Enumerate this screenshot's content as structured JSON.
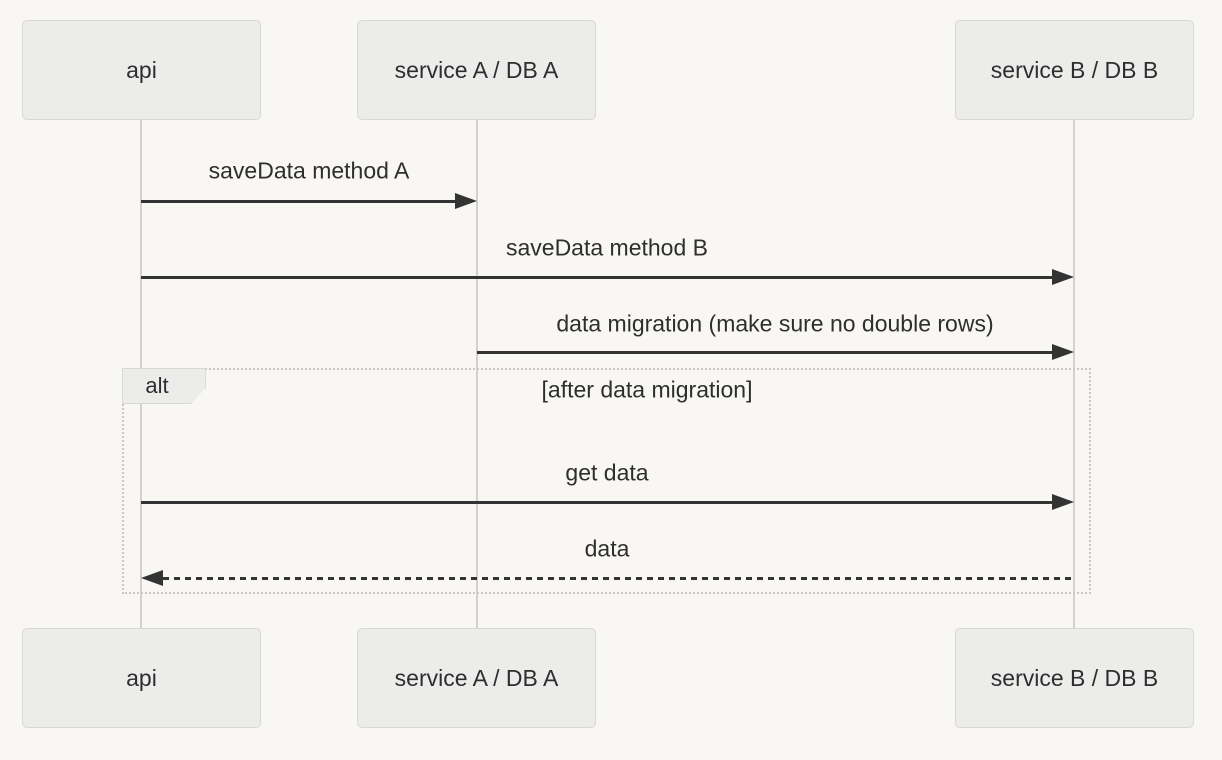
{
  "diagram": {
    "type": "sequence-diagram",
    "actors": [
      {
        "id": "api",
        "label": "api"
      },
      {
        "id": "serviceA",
        "label": "service A / DB A"
      },
      {
        "id": "serviceB",
        "label": "service B / DB B"
      }
    ],
    "messages": [
      {
        "from": "api",
        "to": "serviceA",
        "label": "saveData method A",
        "line": "solid",
        "direction": "right"
      },
      {
        "from": "api",
        "to": "serviceB",
        "label": "saveData method B",
        "line": "solid",
        "direction": "right"
      },
      {
        "from": "serviceA",
        "to": "serviceB",
        "label": "data migration (make sure no double rows)",
        "line": "solid",
        "direction": "right"
      },
      {
        "from": "api",
        "to": "serviceB",
        "label": "get data",
        "line": "solid",
        "direction": "right",
        "in_fragment": true
      },
      {
        "from": "serviceB",
        "to": "api",
        "label": "data",
        "line": "dashed",
        "direction": "left",
        "in_fragment": true
      }
    ],
    "fragment": {
      "operator": "alt",
      "guard": "[after data migration]"
    },
    "colors": {
      "background": "#f8f7f4",
      "actor_fill": "#ececeb",
      "actor_border": "#d9d8d6",
      "lifeline": "#d2d1ce",
      "arrow": "#333333",
      "text": "#2e2e2e",
      "frame_border": "#c9c8c5"
    }
  }
}
